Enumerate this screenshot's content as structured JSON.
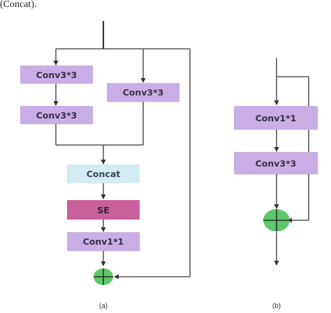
{
  "header_text": "(Concat).",
  "diagram_a": {
    "boxes": {
      "conv_left_top": "Conv3*3",
      "conv_left_bottom": "Conv3*3",
      "conv_right": "Conv3*3",
      "concat": "Concat",
      "se": "SE",
      "conv_1x1": "Conv1*1"
    },
    "caption": "(a)"
  },
  "diagram_b": {
    "boxes": {
      "conv_1x1": "Conv1*1",
      "conv_3x3": "Conv3*3"
    },
    "caption": "(b)"
  },
  "colors": {
    "conv": "#c9aee6",
    "concat": "#d3ebf3",
    "se": "#c9609a",
    "add_node": "#5cc86a",
    "line": "#333333"
  }
}
